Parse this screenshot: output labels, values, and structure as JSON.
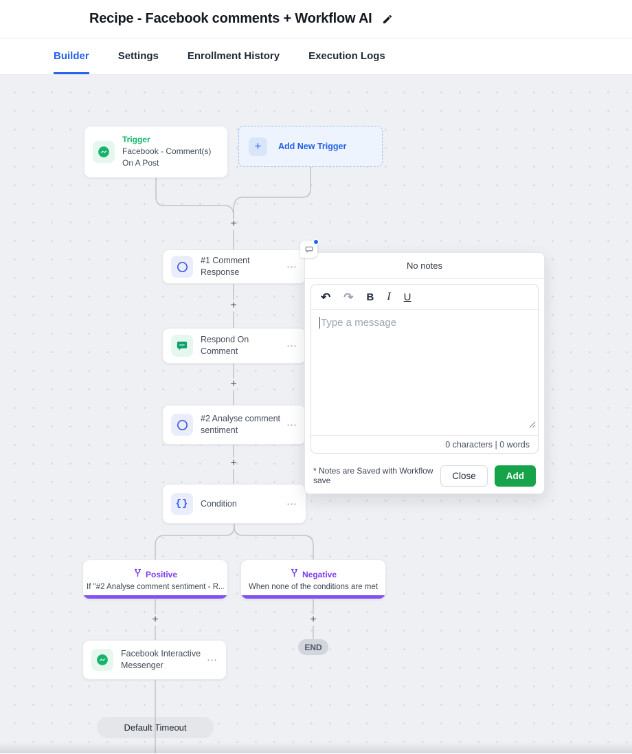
{
  "header": {
    "title": "Recipe - Facebook comments + Workflow AI"
  },
  "tabs": {
    "builder": "Builder",
    "settings": "Settings",
    "enrollment": "Enrollment History",
    "execution": "Execution Logs"
  },
  "canvas": {
    "trigger_node": {
      "badge": "Trigger",
      "title": "Facebook - Comment(s) On A Post"
    },
    "add_trigger": {
      "label": "Add New Trigger"
    },
    "nodes": [
      {
        "label": "#1 Comment Response"
      },
      {
        "label": "Respond On Comment"
      },
      {
        "label": "#2 Analyse comment sentiment"
      },
      {
        "label": "Condition"
      }
    ],
    "branches": [
      {
        "label": "Positive",
        "condition": "If \"#2 Analyse comment sentiment - R..."
      },
      {
        "label": "Negative",
        "condition": "When none of the conditions are met"
      }
    ],
    "action_node": {
      "label": "Facebook Interactive Messenger"
    },
    "end_badge": "END",
    "timeout_pill": "Default Timeout"
  },
  "notes_popup": {
    "title": "No notes",
    "toolbar": {
      "bold": "B",
      "italic": "I",
      "underline": "U"
    },
    "editor_placeholder": "Type a message",
    "counter": "0 characters | 0 words",
    "footnote": "* Notes are Saved with Workflow save",
    "buttons": {
      "close": "Close",
      "add": "Add"
    }
  },
  "icons": {
    "plus": "+",
    "menu": "⋯",
    "undo": "↶",
    "redo": "↷",
    "condition_braces": "{}"
  },
  "colors": {
    "accent_blue": "#2563eb",
    "trigger_green": "#12b76a",
    "messenger_green": "#17b26b",
    "openai_blue": "#4356e0",
    "branch_purple": "#7c3aed",
    "add_button_green": "#16a34a",
    "end_gray": "#d2d5db"
  }
}
